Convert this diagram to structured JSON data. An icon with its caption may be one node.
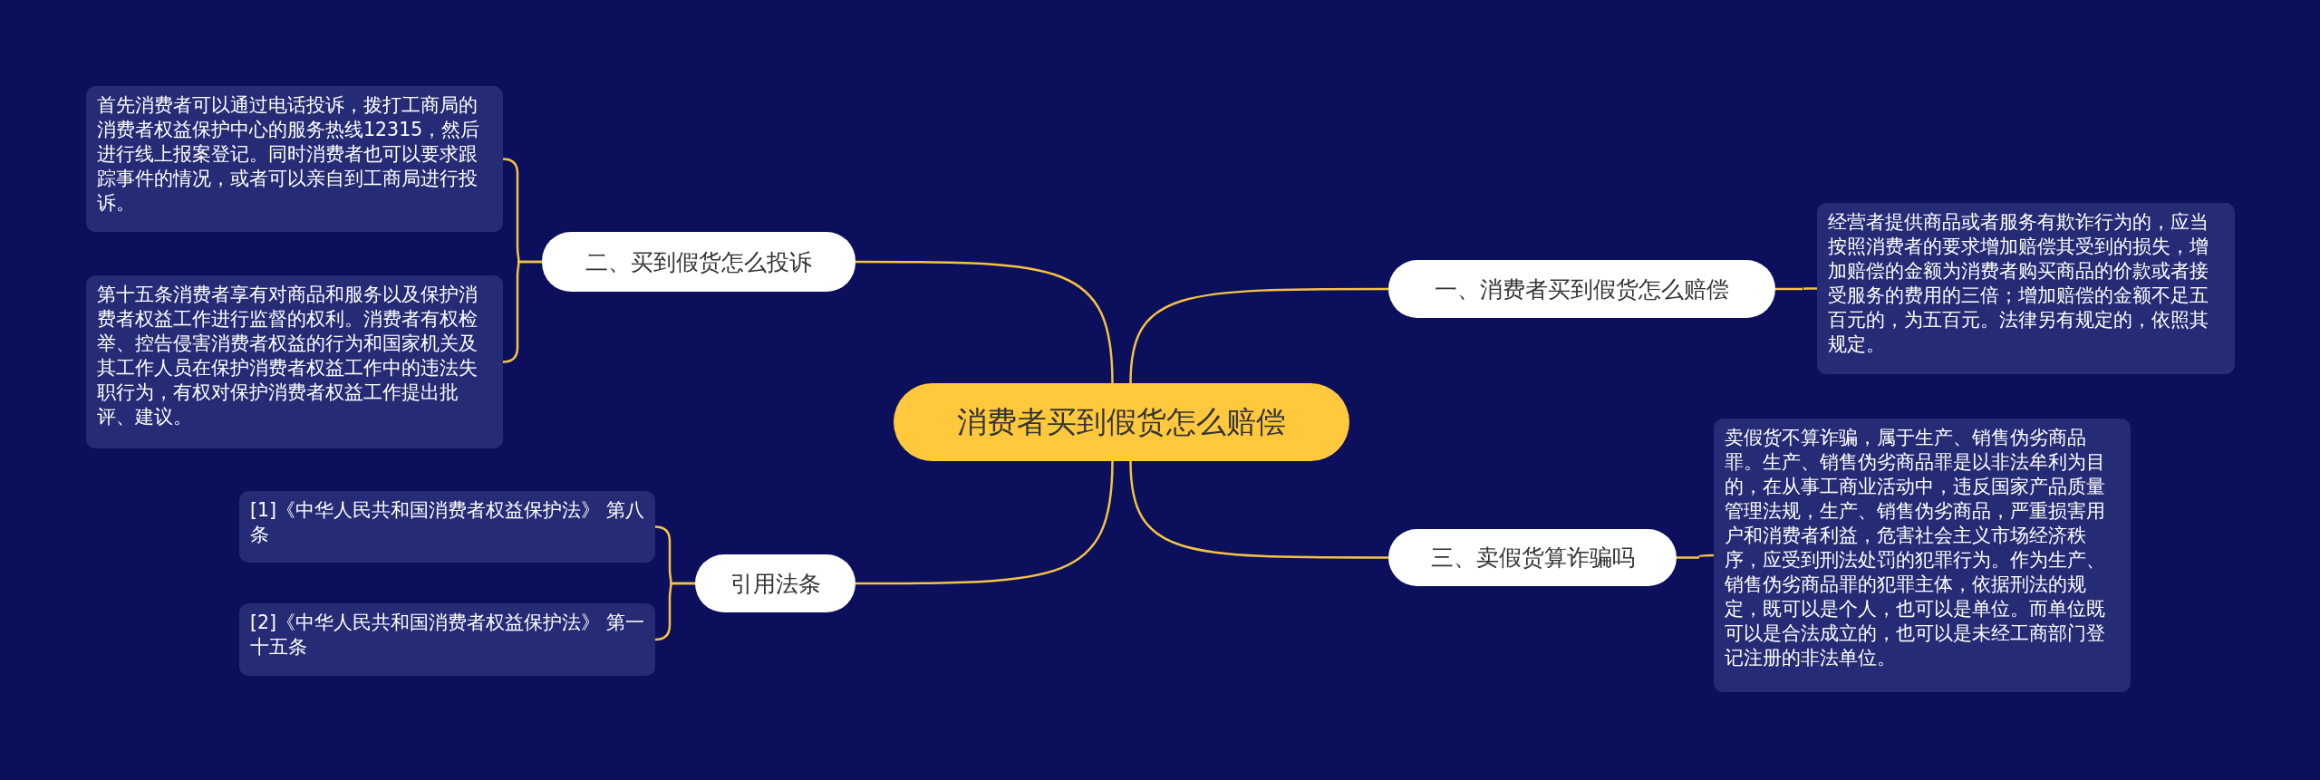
{
  "diagram": {
    "nodes": [
      {
        "text": [
          "消费者买到假货怎么赔偿"
        ]
      },
      {
        "text": [
          "二、买到假货怎么投诉"
        ]
      },
      {
        "text": [
          "首先消费者可以通过电话投诉，拨打工商局的消费者权益保护中心的服务热线12315，然后进行线上报案登记。同时消费者也可以要求跟踪事件的情况，或者可以亲自到工商局进行投诉。"
        ]
      },
      {
        "text": [
          "第十五条消费者享有对商品和服务以及保护消费者权益工作进行监督的权利。消费者有权检举、控告侵害消费者权益的行为和国家机关及其工作人员在保护消费者权益工作中的违法失职行为，有权对保护消费者权益工作提出批评、建议。"
        ]
      },
      {
        "text": [
          "一、消费者买到假货怎么赔偿"
        ]
      },
      {
        "text": [
          "经营者提供商品或者服务有欺诈行为的，应当按照消费者的要求增加赔偿其受到的损失，增加赔偿的金额为消费者购买商品的价款或者接受服务的费用的三倍；增加赔偿的金额不足五百元的，为五百元。法律另有规定的，依照其规定。"
        ]
      },
      {
        "text": [
          "三、卖假货算诈骗吗"
        ]
      },
      {
        "text": [
          "卖假货不算诈骗，属于生产、销售伪劣商品罪。生产、销售伪劣商品罪是以非法牟利为目的，在从事工商业活动中，违反国家产品质量管理法规，生产、销售伪劣商品，严重损害用户和消费者利益，危害社会主义市场经济秩序，应受到刑法处罚的犯罪行为。作为生产、销售伪劣商品罪的犯罪主体，依据刑法的规定，既可以是个人，也可以是单位。而单位既可以是合法成立的，也可以是未经工商部门登记注册的非法单位。"
        ]
      },
      {
        "text": [
          "引用法条"
        ]
      },
      {
        "text": [
          "[1]《中华人民共和国消费者权益保护法》 第八条"
        ]
      },
      {
        "text": [
          "[2]《中华人民共和国消费者权益保护法》 第一十五条"
        ]
      }
    ],
    "edges": [
      {
        "from": 0,
        "to": 1,
        "arrow": "none"
      },
      {
        "from": 1,
        "to": 2,
        "arrow": "none"
      },
      {
        "from": 1,
        "to": 3,
        "arrow": "none"
      },
      {
        "from": 0,
        "to": 4,
        "arrow": "none"
      },
      {
        "from": 4,
        "to": 5,
        "arrow": "none"
      },
      {
        "from": 0,
        "to": 6,
        "arrow": "none"
      },
      {
        "from": 6,
        "to": 7,
        "arrow": "none"
      },
      {
        "from": 0,
        "to": 8,
        "arrow": "none"
      },
      {
        "from": 8,
        "to": 9,
        "arrow": "none"
      },
      {
        "from": 8,
        "to": 10,
        "arrow": "none"
      }
    ]
  }
}
